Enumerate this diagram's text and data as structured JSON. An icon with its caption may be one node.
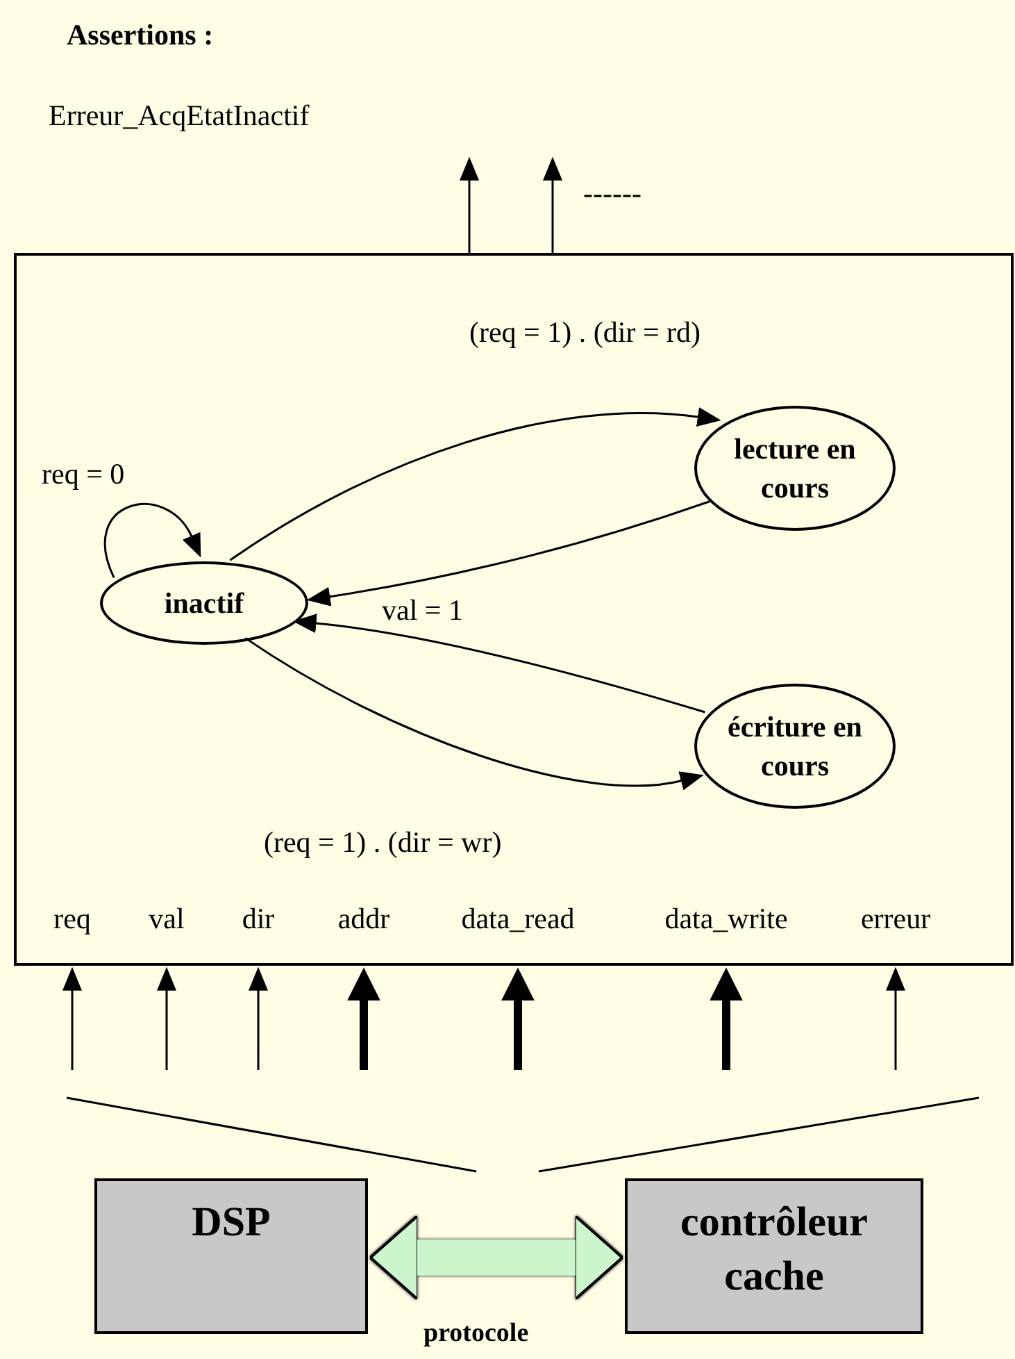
{
  "diagram": {
    "title": "Assertions :",
    "nodes": [
      {
        "text": [],
        "shape": "box"
      },
      {
        "text": [
          "inactif"
        ],
        "in": 0
      },
      {
        "text": [
          "lecture en cours"
        ],
        "in": 0
      },
      {
        "text": [
          "écriture en cours"
        ],
        "in": 0
      },
      {
        "text": [
          "DSP"
        ]
      },
      {
        "text": [
          "contrôleur cache"
        ]
      }
    ],
    "edges": [
      {
        "from": 1,
        "to": 1,
        "arrow": "to",
        "label": "req = 0"
      },
      {
        "from": 1,
        "to": 2,
        "arrow": "to",
        "label": "(req = 1) . (dir = rd)"
      },
      {
        "from": 2,
        "to": 1,
        "arrow": "to",
        "label": "val = 1"
      },
      {
        "from": 3,
        "to": 1,
        "arrow": "to"
      },
      {
        "from": 1,
        "to": 3,
        "arrow": "to",
        "label": "(req = 1) . (dir = wr)"
      },
      {
        "from": 0,
        "to": null,
        "arrow": "to"
      },
      {
        "from": 0,
        "to": null,
        "arrow": "to"
      },
      {
        "from": null,
        "to": 0,
        "arrow": "to"
      },
      {
        "from": null,
        "to": 0,
        "arrow": "to"
      },
      {
        "from": null,
        "to": 0,
        "arrow": "to"
      },
      {
        "from": null,
        "to": 0,
        "arrow": "to",
        "style": "thick"
      },
      {
        "from": null,
        "to": 0,
        "arrow": "to",
        "style": "thick"
      },
      {
        "from": null,
        "to": 0,
        "arrow": "to",
        "style": "thick"
      },
      {
        "from": null,
        "to": 0,
        "arrow": "to"
      },
      {
        "from": 4,
        "to": 5,
        "arrow": "both",
        "label": "protocole",
        "style": "thick",
        "color": "#ccf5cc"
      }
    ],
    "labels": [
      "Erreur_AcqEtatInactif",
      "------",
      "req",
      "val",
      "dir",
      "addr",
      "data_read",
      "data_write",
      "erreur"
    ]
  }
}
